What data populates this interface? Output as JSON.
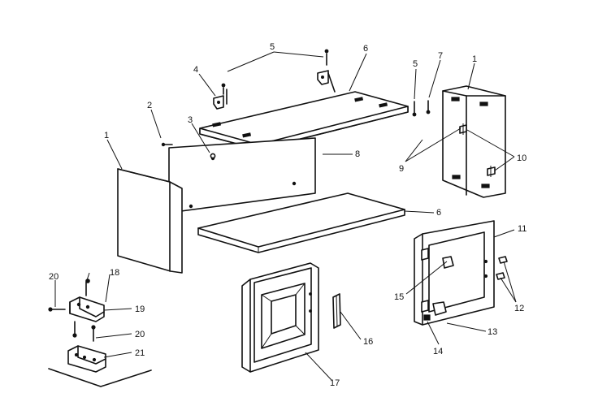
{
  "diagram": {
    "colors": {
      "ink": "#111111",
      "paper": "#ffffff"
    },
    "callouts": {
      "c1_left": "1",
      "c1_right": "1",
      "c2": "2",
      "c3": "3",
      "c4": "4",
      "c5_top": "5",
      "c5_right": "5",
      "c6_top": "6",
      "c6_bottom": "6",
      "c7": "7",
      "c8": "8",
      "c9": "9",
      "c10": "10",
      "c11": "11",
      "c12": "12",
      "c13": "13",
      "c14": "14",
      "c15": "15",
      "c16": "16",
      "c17": "17",
      "c18": "18",
      "c19": "19",
      "c20_top": "20",
      "c20_mid": "20",
      "c21": "21"
    }
  }
}
